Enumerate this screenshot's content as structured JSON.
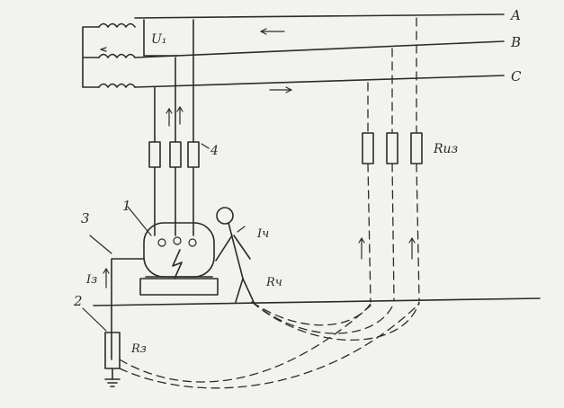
{
  "diagram": {
    "phase_labels": [
      "A",
      "B",
      "C"
    ],
    "voltage_label": "U₁",
    "fuse_label": "4",
    "insulation_resistance_label": "Rиз",
    "item_labels": {
      "equipment": "1",
      "grounding_conductor": "2",
      "housing_tap": "3"
    },
    "fault_current_label": "Iз",
    "human_current_label": "Iч",
    "human_resistance_label": "Rч",
    "ground_resistance_label": "Rз"
  }
}
